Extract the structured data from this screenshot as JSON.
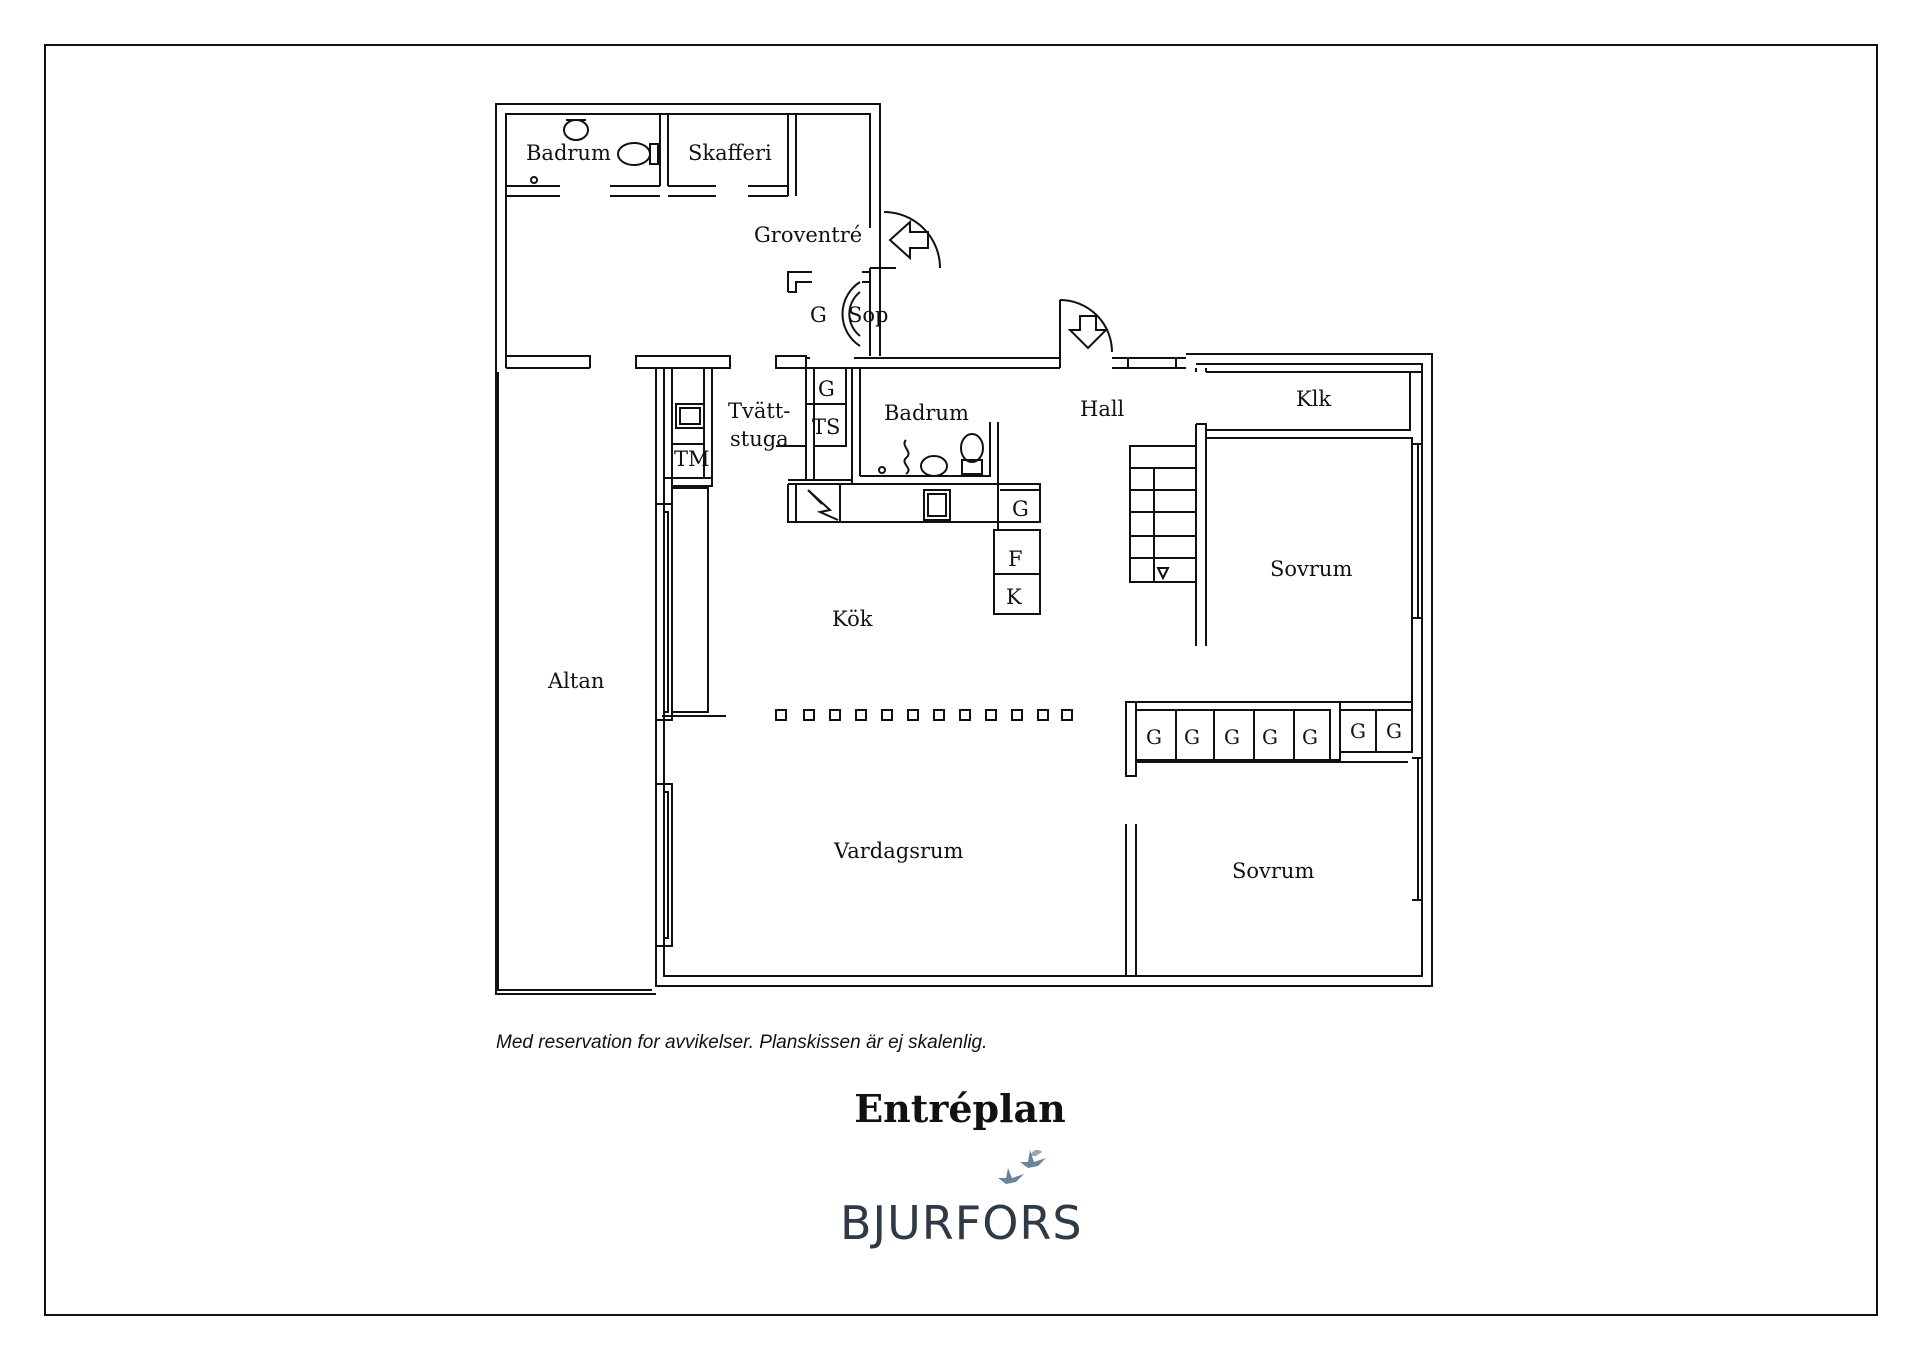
{
  "plan": {
    "title": "Entréplan",
    "disclaimer": "Med reservation for avvikelser. Planskissen är ej skalenlig.",
    "rooms": {
      "badrum_top": "Badrum",
      "skafferi": "Skafferi",
      "groventre": "Groventré",
      "g_sop": "G",
      "sop": "Sop",
      "g_tvatt": "G",
      "ts": "TS",
      "tvatt1": "Tvätt-",
      "tvatt2": "stuga",
      "tm": "TM",
      "badrum_mid": "Badrum",
      "hall": "Hall",
      "klk": "Klk",
      "kok": "Kök",
      "g_kok": "G",
      "f": "F",
      "k": "K",
      "altan": "Altan",
      "sovrum1": "Sovrum",
      "vardagsrum": "Vardagsrum",
      "sovrum2": "Sovrum"
    },
    "wardrobes": [
      "G",
      "G",
      "G",
      "G",
      "G",
      "G",
      "G"
    ]
  },
  "brand": {
    "name": "BJURFORS",
    "logo_icon": "flying-birds-icon",
    "color": "#2e3a45",
    "bird_color": "#6b8596"
  }
}
